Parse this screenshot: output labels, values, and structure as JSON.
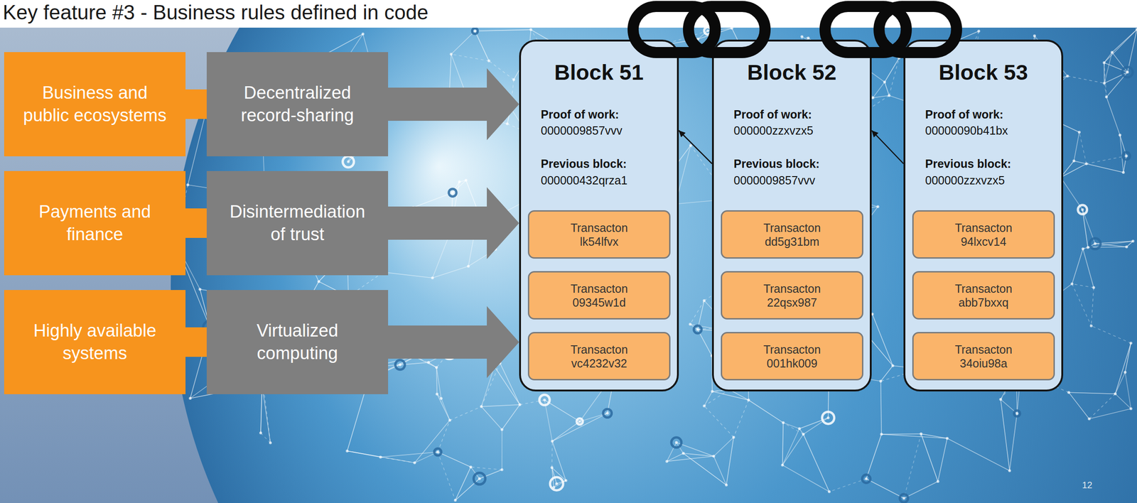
{
  "diagram": {
    "title": "Key feature #3 - Business rules defined in code",
    "nodes": [
      {
        "text": [
          "Business and public ecosystems"
        ]
      },
      {
        "text": [
          "Decentralized record-sharing"
        ]
      },
      {
        "text": [
          "Payments and finance"
        ]
      },
      {
        "text": [
          "Disintermediation of trust"
        ]
      },
      {
        "text": [
          "Highly available systems"
        ]
      },
      {
        "text": [
          "Virtualized computing"
        ]
      },
      {
        "text": [
          "Block 51",
          "Proof of work:",
          "0000009857vvv",
          "Previous block:",
          "000000432qrza1"
        ]
      },
      {
        "text": [
          "Transacton",
          "lk54lfvx"
        ],
        "in": 6
      },
      {
        "text": [
          "Transacton",
          "09345w1d"
        ],
        "in": 6
      },
      {
        "text": [
          "Transacton",
          "vc4232v32"
        ],
        "in": 6
      },
      {
        "text": [
          "Block 52",
          "Proof of work:",
          "000000zzxvzx5",
          "Previous block:",
          "0000009857vvv"
        ]
      },
      {
        "text": [
          "Transacton",
          "dd5g31bm"
        ],
        "in": 10
      },
      {
        "text": [
          "Transacton",
          "22qsx987"
        ],
        "in": 10
      },
      {
        "text": [
          "Transacton",
          "001hk009"
        ],
        "in": 10
      },
      {
        "text": [
          "Block 53",
          "Proof of work:",
          "00000090b41bx",
          "Previous block:",
          "000000zzxvzx5"
        ]
      },
      {
        "text": [
          "Transacton",
          "94lxcv14"
        ],
        "in": 14
      },
      {
        "text": [
          "Transacton",
          "abb7bxxq"
        ],
        "in": 14
      },
      {
        "text": [
          "Transacton",
          "34oiu98a"
        ],
        "in": 14
      }
    ],
    "edges": [
      {
        "from": 0,
        "to": 1,
        "arrow": "none"
      },
      {
        "from": 2,
        "to": 3,
        "arrow": "none"
      },
      {
        "from": 4,
        "to": 5,
        "arrow": "none"
      },
      {
        "from": 1,
        "to": 6,
        "arrow": "to"
      },
      {
        "from": 3,
        "to": 6,
        "arrow": "to"
      },
      {
        "from": 5,
        "to": 6,
        "arrow": "to"
      },
      {
        "from": 10,
        "to": 6,
        "arrow": "to"
      },
      {
        "from": 14,
        "to": 10,
        "arrow": "to"
      }
    ],
    "labels": [
      "12"
    ]
  }
}
